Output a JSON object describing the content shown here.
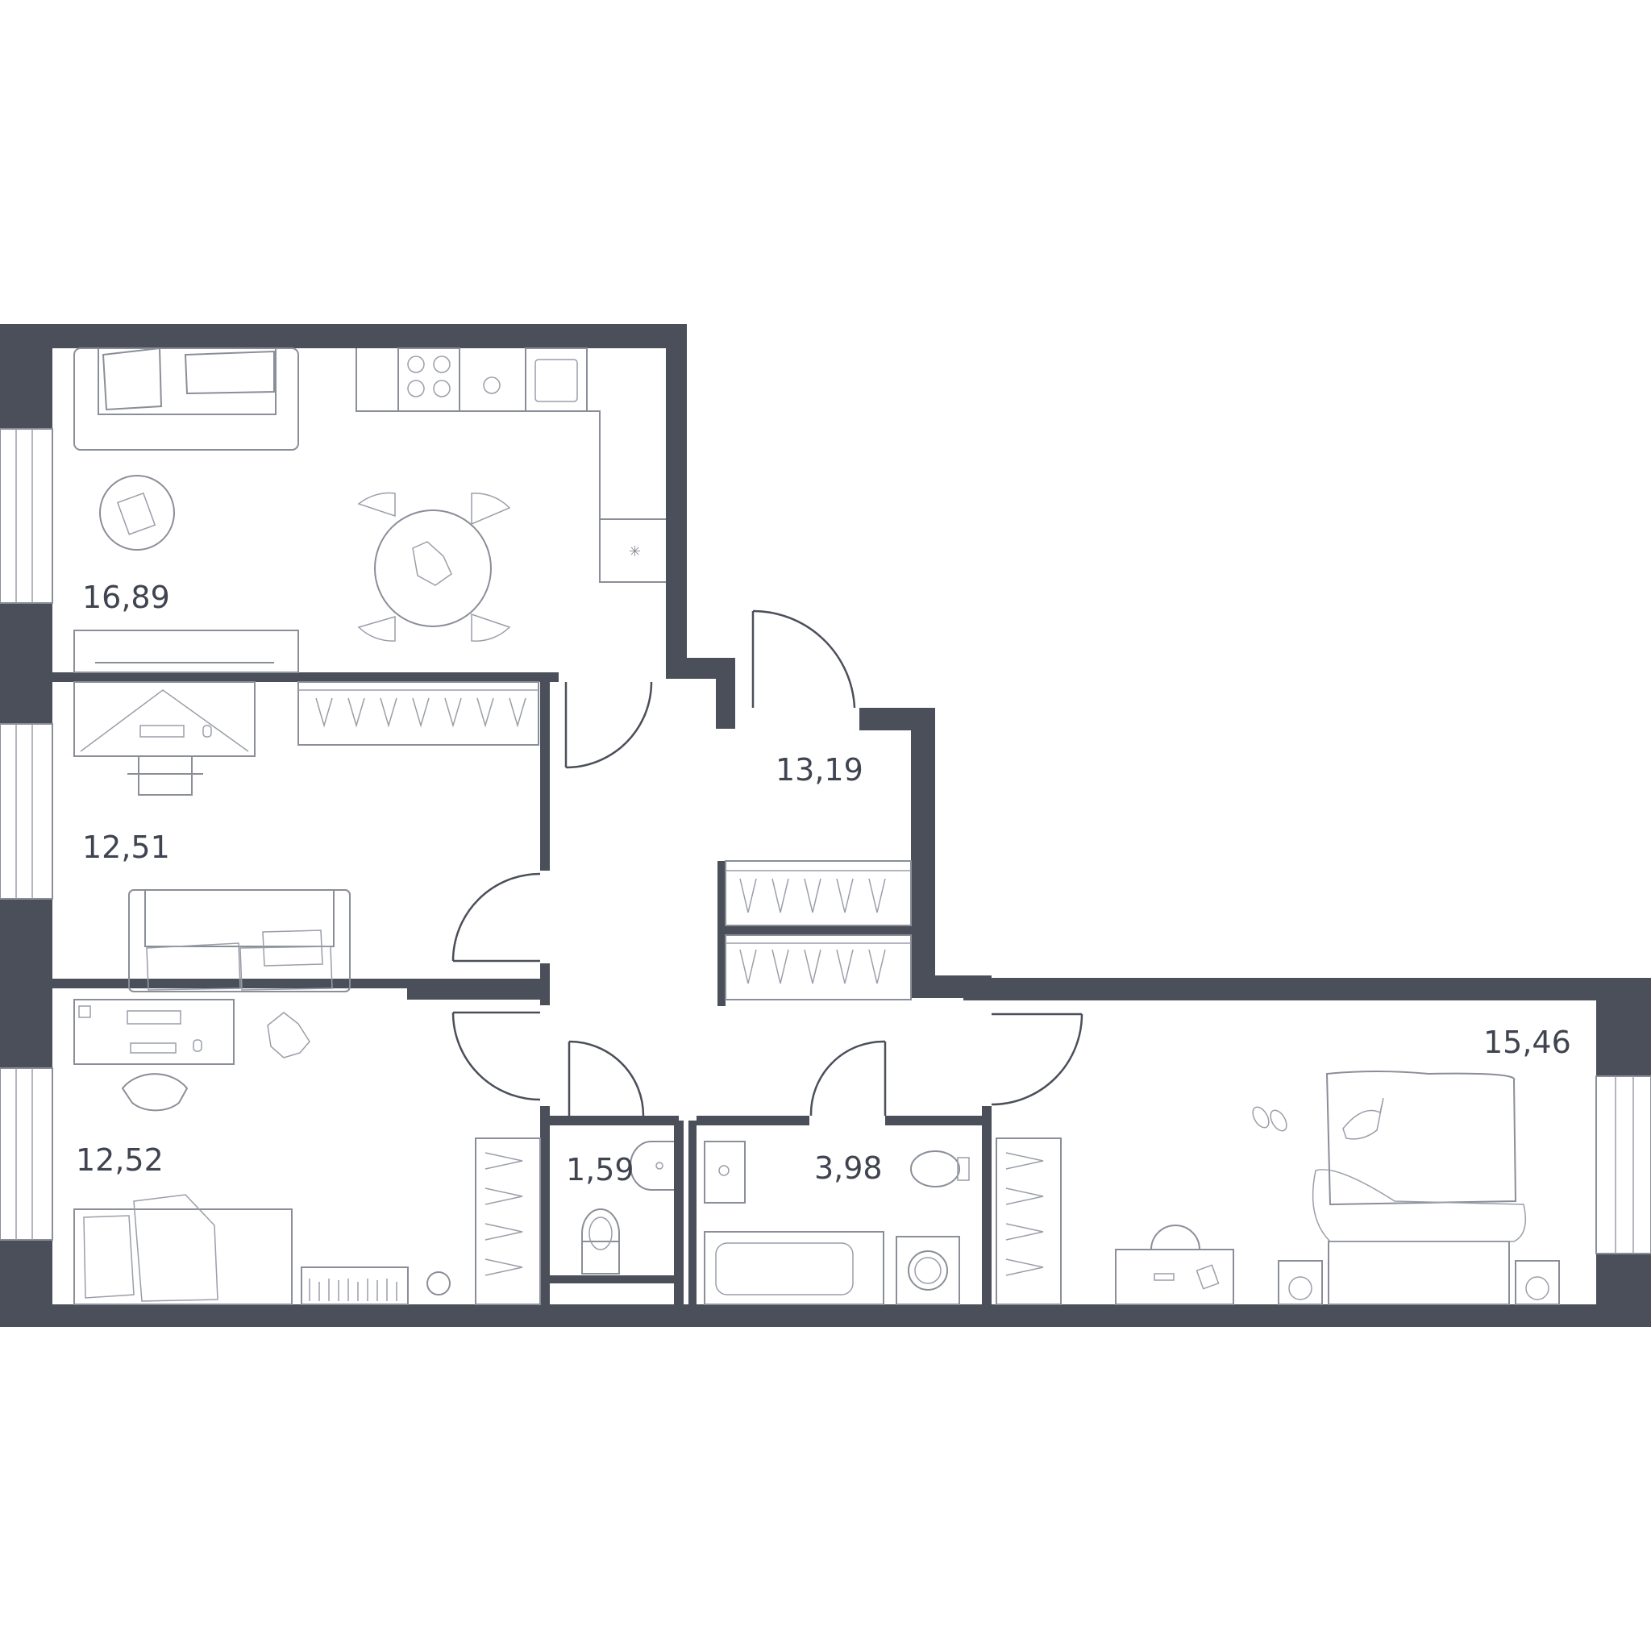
{
  "rooms": [
    {
      "id": "kitchen-living",
      "area": "16,89"
    },
    {
      "id": "bedroom-2",
      "area": "12,51"
    },
    {
      "id": "bedroom-3",
      "area": "12,52"
    },
    {
      "id": "hallway",
      "area": "13,19"
    },
    {
      "id": "toilet",
      "area": "1,59"
    },
    {
      "id": "bathroom",
      "area": "3,98"
    },
    {
      "id": "bedroom-master",
      "area": "15,46"
    }
  ],
  "colors": {
    "wall": "#4b4f5a",
    "furniture_line": "#8a8e98",
    "background": "#ffffff"
  }
}
